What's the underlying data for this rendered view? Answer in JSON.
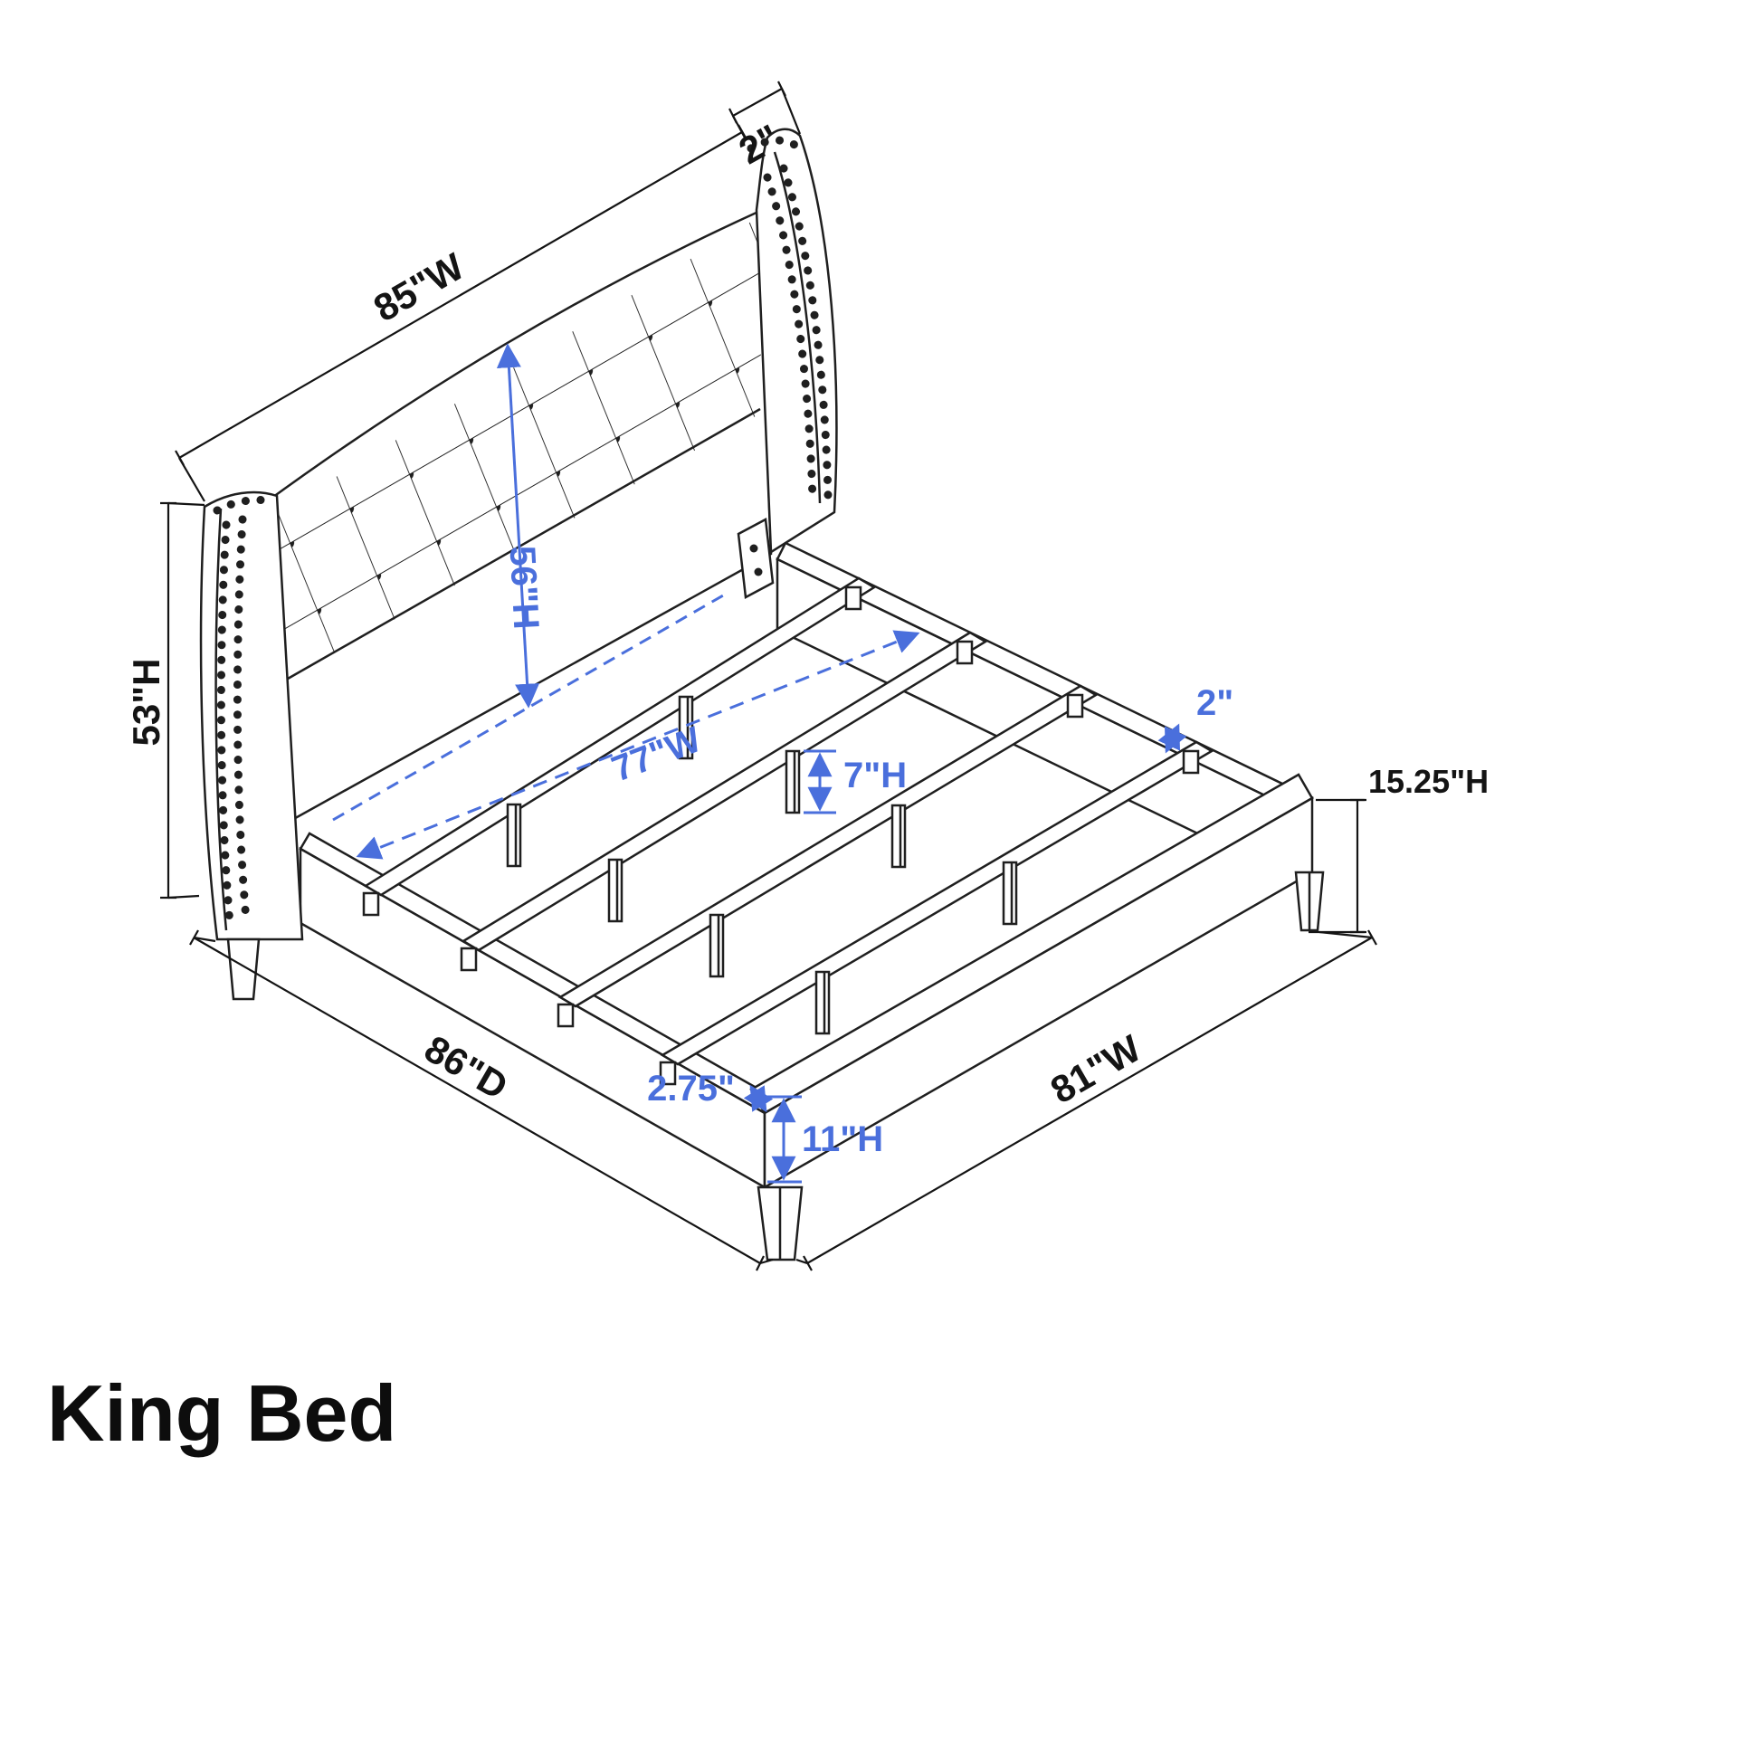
{
  "title": "King Bed",
  "colors": {
    "line": "#1f1f1f",
    "dim_black": "#141414",
    "dim_blue": "#4a6fdc",
    "background": "#ffffff"
  },
  "dims": {
    "wing_thickness_top": "2\"",
    "headboard_width": "85\"W",
    "headboard_panel_height": "56\"H",
    "headboard_height": "53\"H",
    "slat_span_width": "77\"W",
    "slat_support_height": "7\"H",
    "rail_top_thickness": "2\"",
    "side_rail_height": "15.25\"H",
    "bed_depth": "86\"D",
    "front_rail_top_width": "2.75\"",
    "front_rail_height": "11\"H",
    "bed_width": "81\"W"
  }
}
